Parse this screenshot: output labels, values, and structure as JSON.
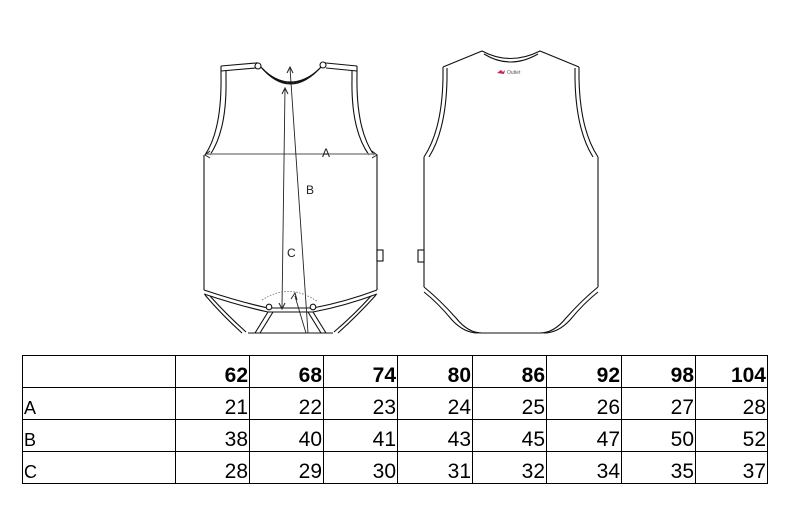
{
  "front_view": {
    "measure_labels": {
      "a": "A",
      "b": "B",
      "c": "C"
    }
  },
  "back_view": {
    "neck_label_brand": "Outlet"
  },
  "size_table": {
    "header": {
      "corner": "",
      "sizes": [
        "62",
        "68",
        "74",
        "80",
        "86",
        "92",
        "98",
        "104"
      ]
    },
    "rows": [
      {
        "label": "A",
        "values": [
          "21",
          "22",
          "23",
          "24",
          "25",
          "26",
          "27",
          "28"
        ]
      },
      {
        "label": "B",
        "values": [
          "38",
          "40",
          "41",
          "43",
          "45",
          "47",
          "50",
          "52"
        ]
      },
      {
        "label": "C",
        "values": [
          "28",
          "29",
          "30",
          "31",
          "32",
          "34",
          "35",
          "37"
        ]
      }
    ]
  },
  "colors": {
    "outline": "#111111",
    "measure_line": "#8c8c8c",
    "logo_accent": "#c8245a"
  }
}
